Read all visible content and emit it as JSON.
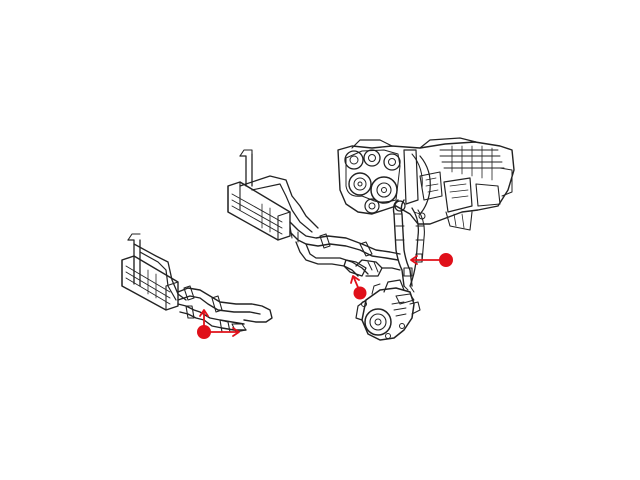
{
  "diagram": {
    "line_color": "#222222",
    "callout_color": "#e0101a",
    "background_color": "#ffffff",
    "callouts": [
      {
        "name": "callout-cooler-line-lower-left",
        "marker": "red-dot",
        "arrows": [
          "up",
          "right"
        ]
      },
      {
        "name": "callout-cooler-line-fitting-center",
        "marker": "red-dot",
        "arrows": [
          "up-left"
        ]
      },
      {
        "name": "callout-pressure-line-right",
        "marker": "red-dot",
        "arrows": [
          "left"
        ]
      }
    ],
    "components": [
      {
        "name": "engine-front-assembly",
        "icon": "engine-icon"
      },
      {
        "name": "power-steering-gear",
        "icon": "steering-gear-icon"
      },
      {
        "name": "oil-cooler-upper",
        "icon": "radiator-icon"
      },
      {
        "name": "oil-cooler-lower",
        "icon": "radiator-icon"
      },
      {
        "name": "cooler-return-hose",
        "icon": "hose-icon"
      },
      {
        "name": "pressure-hose",
        "icon": "hose-icon"
      }
    ]
  }
}
